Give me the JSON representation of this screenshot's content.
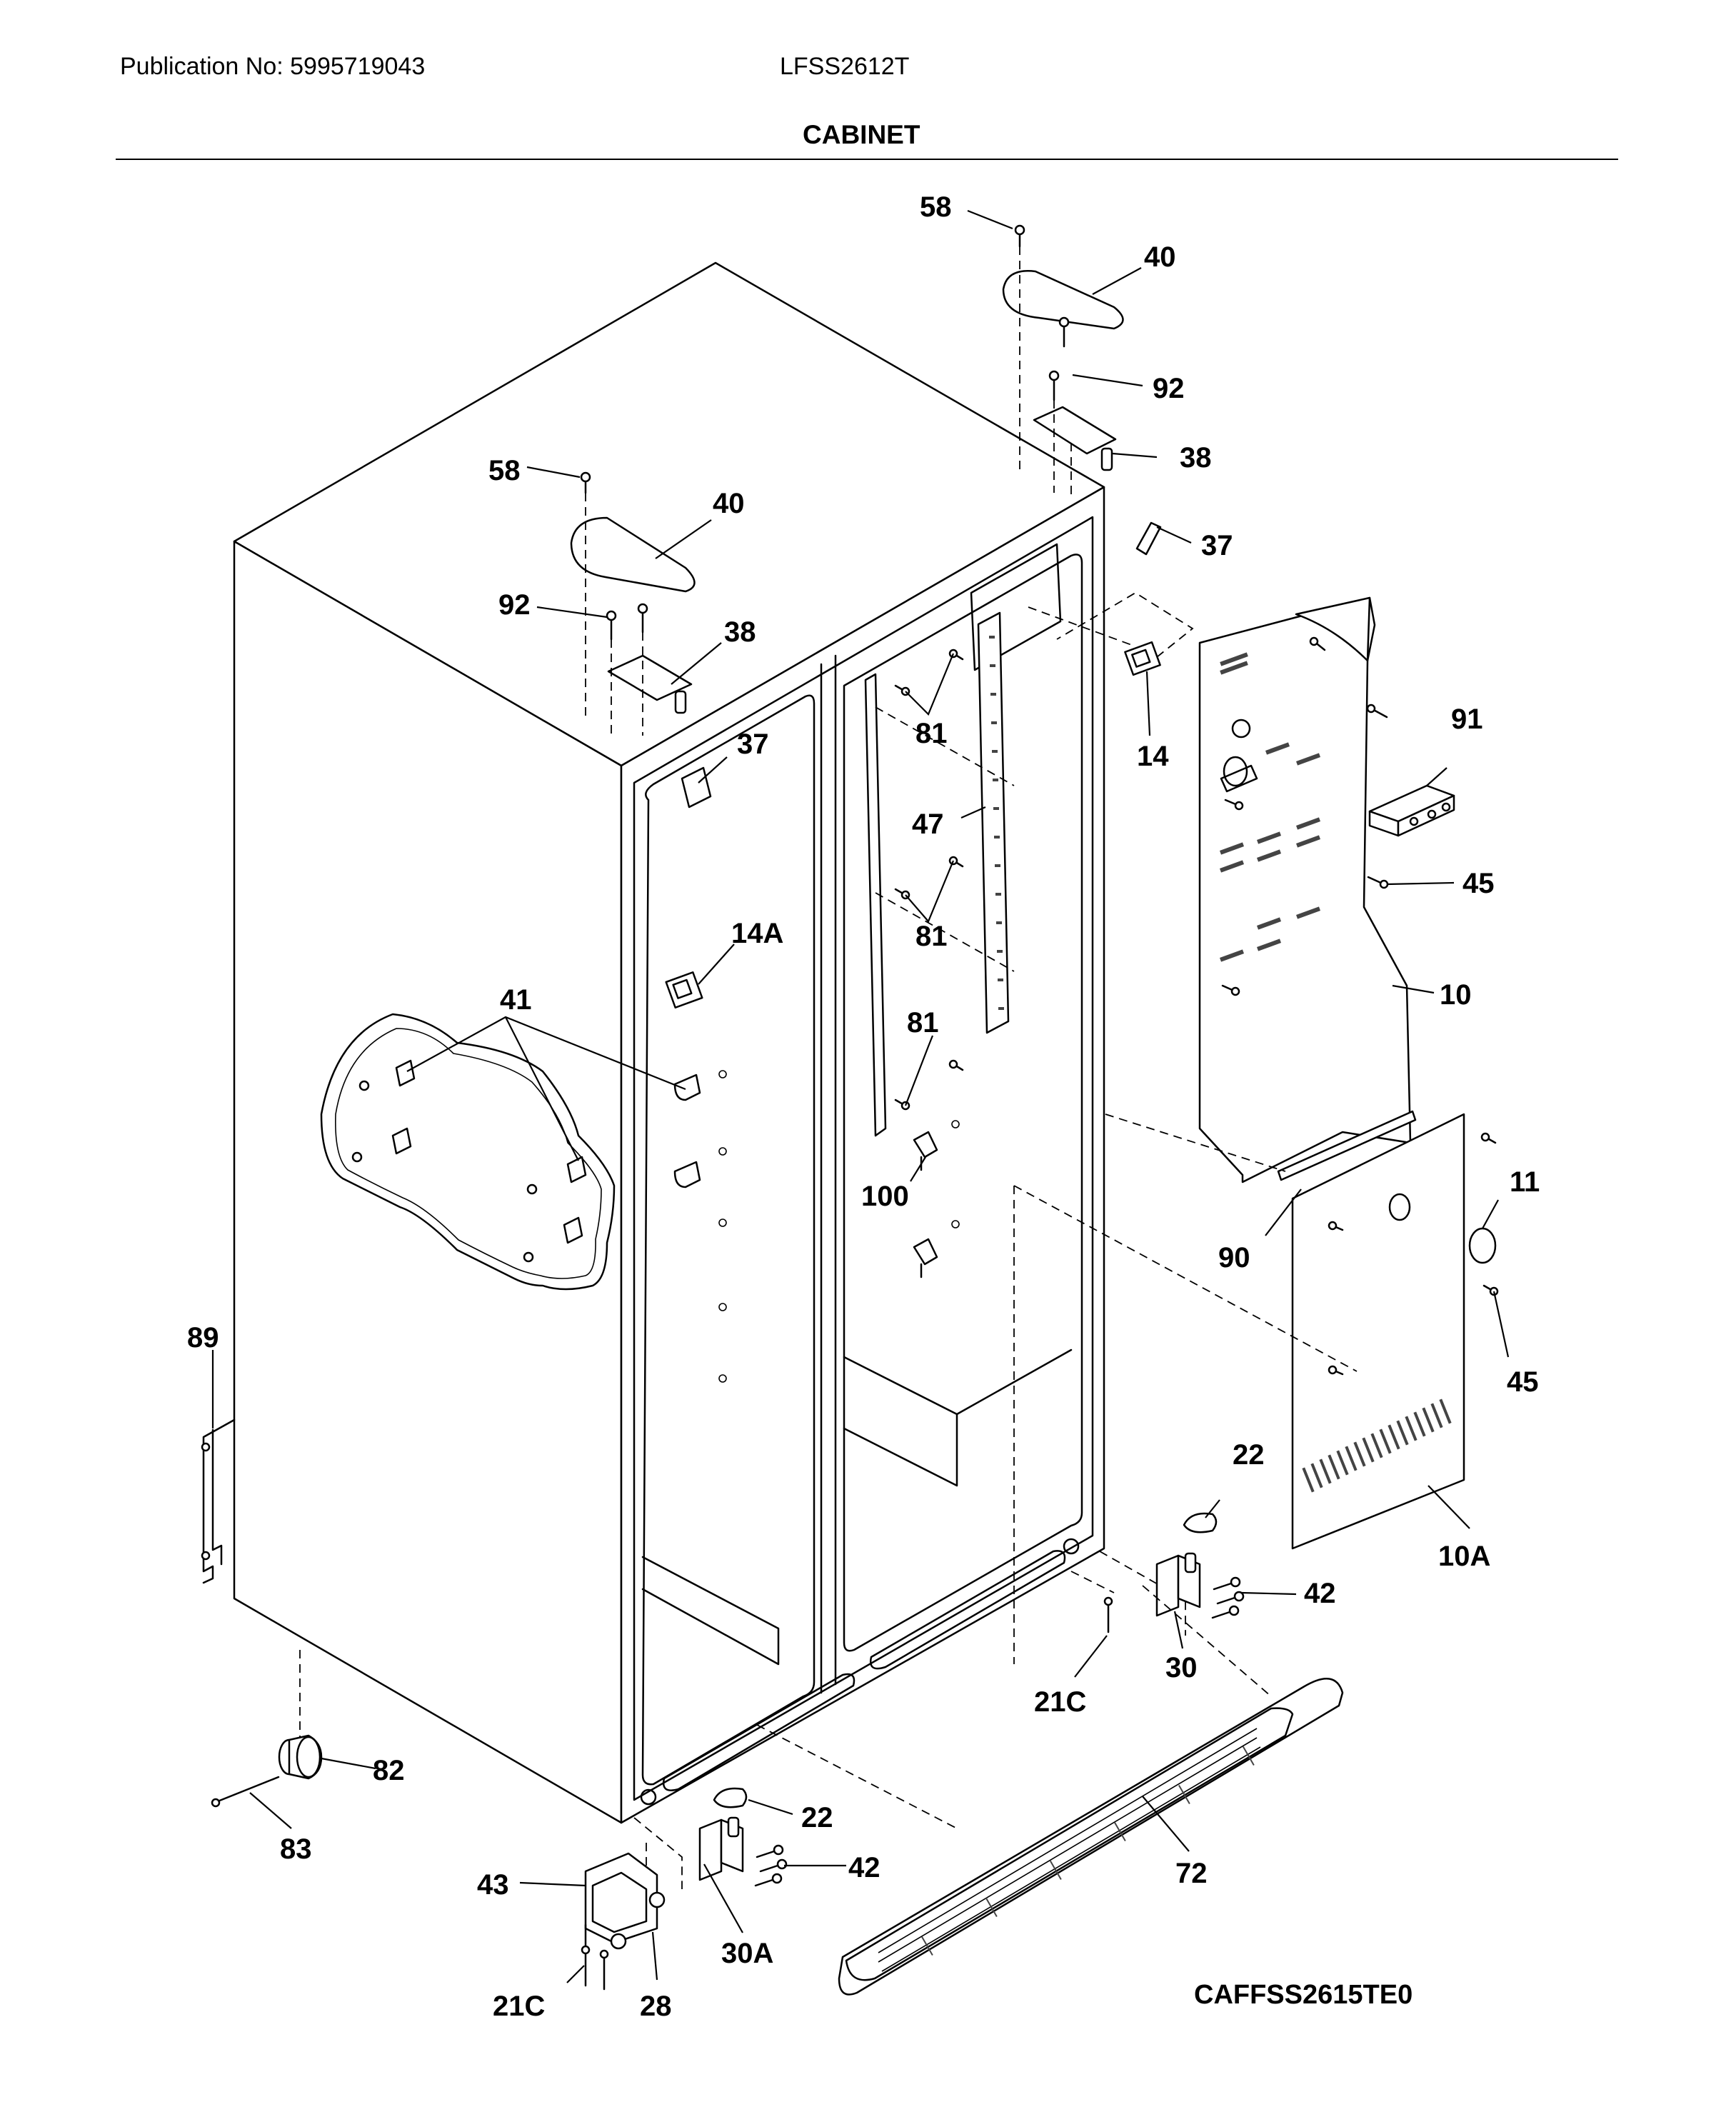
{
  "header": {
    "publication": "Publication No: 5995719043",
    "model": "LFSS2612T",
    "section_title": "CABINET"
  },
  "diagram_code": "CAFFSS2615TE0",
  "callouts": {
    "c58_top": "58",
    "c40_top": "40",
    "c92_top": "92",
    "c38_top": "38",
    "c37_top": "37",
    "c58_left": "58",
    "c40_left": "40",
    "c92_left": "92",
    "c38_left": "38",
    "c37_left": "37",
    "c81_a": "81",
    "c47": "47",
    "c81_b": "81",
    "c81_c": "81",
    "c14": "14",
    "c91": "91",
    "c45_a": "45",
    "c10": "10",
    "c14A": "14A",
    "c41": "41",
    "c100": "100",
    "c11": "11",
    "c90": "90",
    "c45_b": "45",
    "c89": "89",
    "c22_a": "22",
    "c42_a": "42",
    "c10A": "10A",
    "c30": "30",
    "c21C_a": "21C",
    "c82": "82",
    "c22_b": "22",
    "c83": "83",
    "c42_b": "42",
    "c43": "43",
    "c72": "72",
    "c30A": "30A",
    "c21C_b": "21C",
    "c28": "28"
  }
}
